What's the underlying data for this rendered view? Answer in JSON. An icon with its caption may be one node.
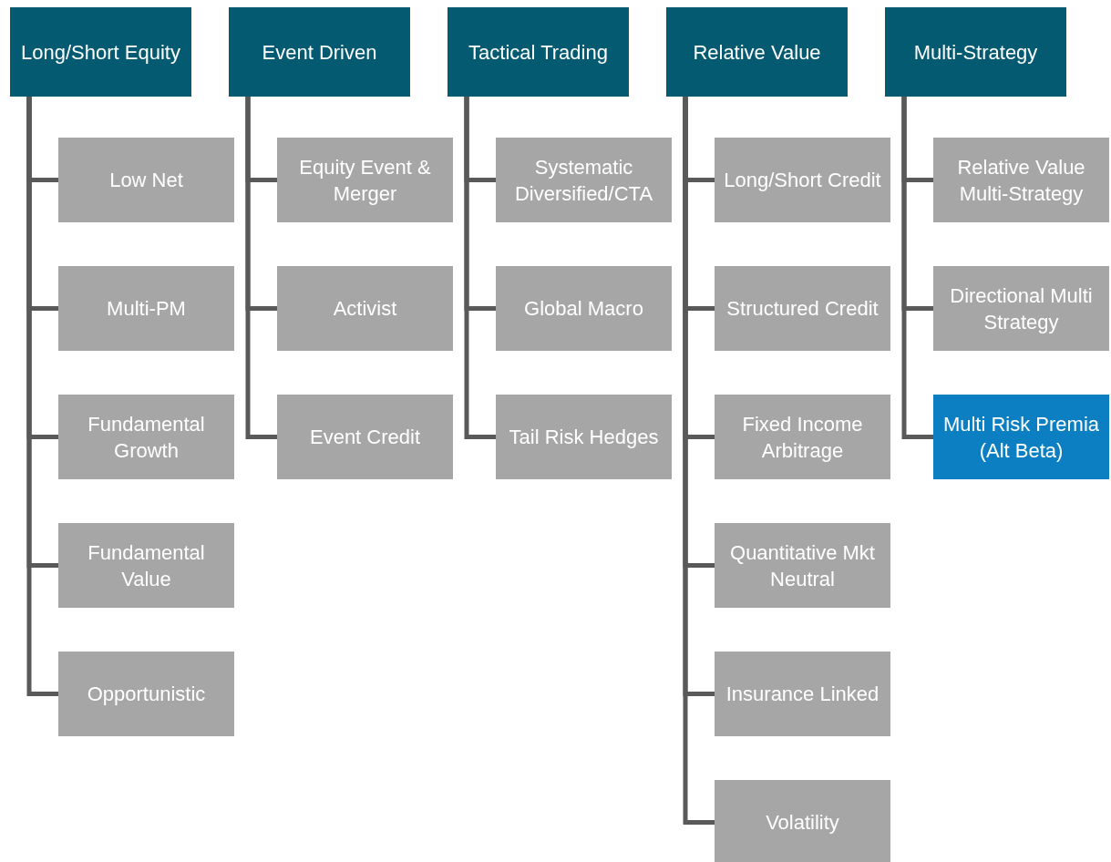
{
  "diagram": {
    "nodes": [
      {
        "text": [
          "Long/Short Equity"
        ]
      },
      {
        "text": [
          "Low Net"
        ]
      },
      {
        "text": [
          "Multi-PM"
        ]
      },
      {
        "text": [
          "Fundamental Growth"
        ]
      },
      {
        "text": [
          "Fundamental Value"
        ]
      },
      {
        "text": [
          "Opportunistic"
        ]
      },
      {
        "text": [
          "Event Driven"
        ]
      },
      {
        "text": [
          "Equity Event & Merger"
        ]
      },
      {
        "text": [
          "Activist"
        ]
      },
      {
        "text": [
          "Event Credit"
        ]
      },
      {
        "text": [
          "Tactical Trading"
        ]
      },
      {
        "text": [
          "Systematic Diversified/CTA"
        ]
      },
      {
        "text": [
          "Global Macro"
        ]
      },
      {
        "text": [
          "Tail Risk Hedges"
        ]
      },
      {
        "text": [
          "Relative Value"
        ]
      },
      {
        "text": [
          "Long/Short Credit"
        ]
      },
      {
        "text": [
          "Structured Credit"
        ]
      },
      {
        "text": [
          "Fixed Income Arbitrage"
        ]
      },
      {
        "text": [
          "Quantitative Mkt Neutral"
        ]
      },
      {
        "text": [
          "Insurance Linked"
        ]
      },
      {
        "text": [
          "Volatility"
        ]
      },
      {
        "text": [
          "Multi-Strategy"
        ]
      },
      {
        "text": [
          "Relative Value Multi-Strategy"
        ]
      },
      {
        "text": [
          "Directional Multi Strategy"
        ]
      },
      {
        "text": [
          "Multi Risk Premia (Alt Beta)"
        ]
      }
    ],
    "edges": [
      {
        "from": 0,
        "to": 1,
        "arrow": "none"
      },
      {
        "from": 0,
        "to": 2,
        "arrow": "none"
      },
      {
        "from": 0,
        "to": 3,
        "arrow": "none"
      },
      {
        "from": 0,
        "to": 4,
        "arrow": "none"
      },
      {
        "from": 0,
        "to": 5,
        "arrow": "none"
      },
      {
        "from": 6,
        "to": 7,
        "arrow": "none"
      },
      {
        "from": 6,
        "to": 8,
        "arrow": "none"
      },
      {
        "from": 6,
        "to": 9,
        "arrow": "none"
      },
      {
        "from": 10,
        "to": 11,
        "arrow": "none"
      },
      {
        "from": 10,
        "to": 12,
        "arrow": "none"
      },
      {
        "from": 10,
        "to": 13,
        "arrow": "none"
      },
      {
        "from": 14,
        "to": 15,
        "arrow": "none"
      },
      {
        "from": 14,
        "to": 16,
        "arrow": "none"
      },
      {
        "from": 14,
        "to": 17,
        "arrow": "none"
      },
      {
        "from": 14,
        "to": 18,
        "arrow": "none"
      },
      {
        "from": 14,
        "to": 19,
        "arrow": "none"
      },
      {
        "from": 14,
        "to": 20,
        "arrow": "none"
      },
      {
        "from": 21,
        "to": 22,
        "arrow": "none"
      },
      {
        "from": 21,
        "to": 23,
        "arrow": "none"
      },
      {
        "from": 21,
        "to": 24,
        "arrow": "none"
      }
    ]
  }
}
